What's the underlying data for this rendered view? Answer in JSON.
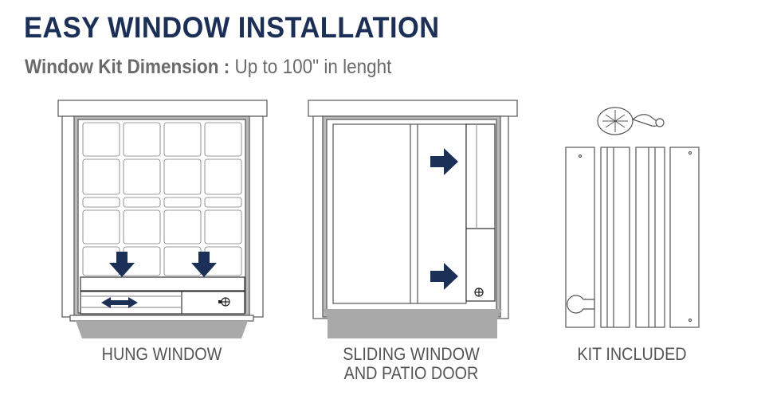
{
  "header": {
    "title": "EASY WINDOW INSTALLATION",
    "subtitle_bold": "Window Kit Dimension :",
    "subtitle_rest": " Up to 100\" in lenght"
  },
  "labels": {
    "hung": "HUNG WINDOW",
    "sliding_1": "SLIDING WINDOW",
    "sliding_2": "AND PATIO DOOR",
    "kit": "KIT INCLUDED"
  },
  "colors": {
    "navy": "#1b2f57",
    "line": "#555555",
    "sill": "#a9a9a9"
  }
}
